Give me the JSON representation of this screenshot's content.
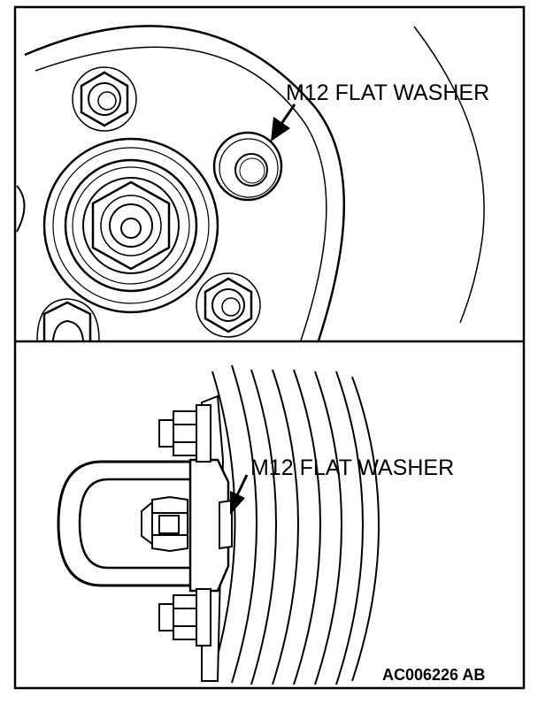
{
  "upper_view": {
    "callout_label": "M12 FLAT WASHER"
  },
  "lower_view": {
    "callout_label": "M12 FLAT WASHER"
  },
  "figure_code": "AC006226 AB",
  "colors": {
    "line": "#000000",
    "background": "#ffffff"
  }
}
